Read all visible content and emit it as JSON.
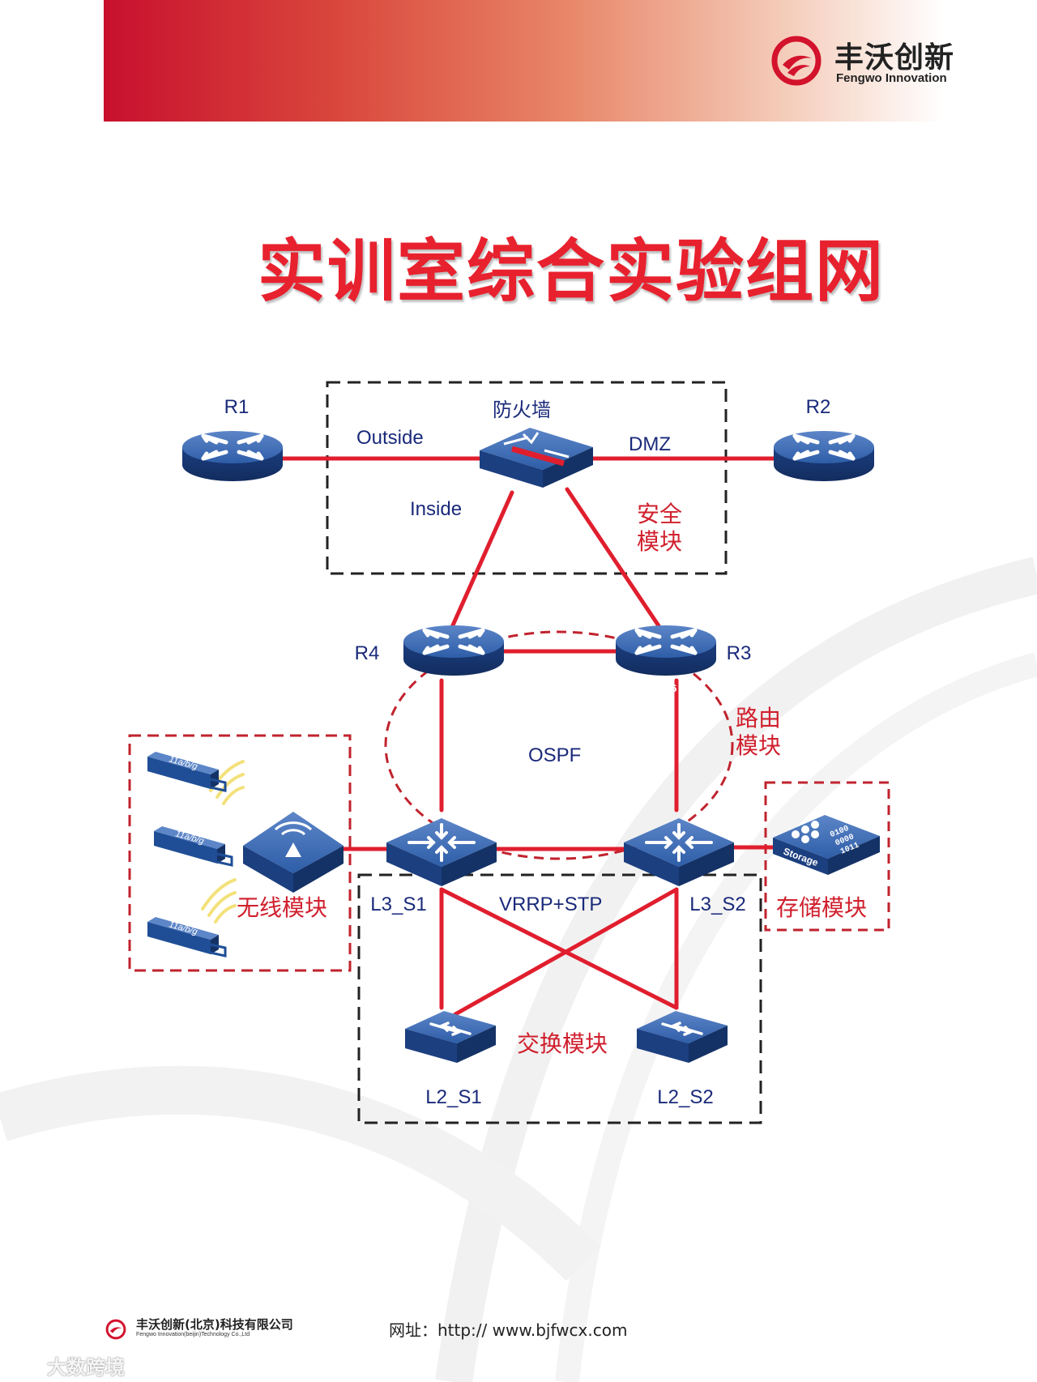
{
  "brand": {
    "name": "丰沃创新",
    "name_en": "Fengwo Innovation",
    "accent": "#e8212e",
    "line_color": "#e01e2e",
    "device_color": "#1f4e96"
  },
  "title": "实训室综合实验组网",
  "diagram": {
    "groups": {
      "security": "安全\n模块",
      "routing": "路由\n模块",
      "wireless": "无线模块",
      "switching": "交换模块",
      "storage": "存储模块"
    },
    "devices": {
      "R1": "R1",
      "R2": "R2",
      "R3": "R3",
      "R4": "R4",
      "firewall": "防火墙",
      "L3_S1": "L3_S1",
      "L3_S2": "L3_S2",
      "L2_S1": "L2_S1",
      "L2_S2": "L2_S2"
    },
    "device_badge": "IPv6",
    "ports": {
      "outside": "Outside",
      "inside": "Inside",
      "dmz": "DMZ"
    },
    "protocols": {
      "ospf": "OSPF",
      "vrrp_stp": "VRRP+STP"
    },
    "wireless_card_label": "11a/b/g",
    "storage_label": "Storage",
    "storage_bits": [
      "0100",
      "0000",
      "1011"
    ]
  },
  "footer": {
    "company": "丰沃创新(北京)科技有限公司",
    "company_en": "Fengwo Innovation(beijin)Technology Co.,Ltd",
    "url_label": "网址：",
    "url": "http://  www.bjfwcx.com"
  },
  "watermark": "大数跨境"
}
